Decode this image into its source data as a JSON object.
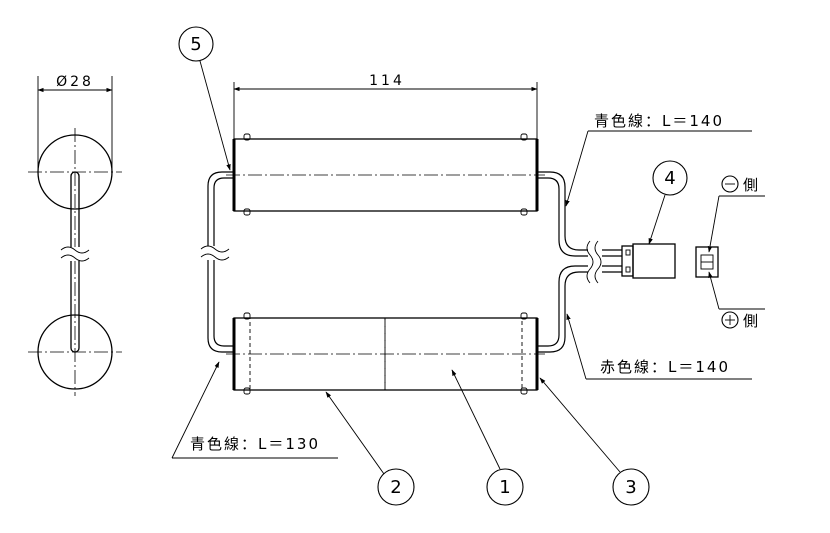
{
  "drawing": {
    "dimensions": {
      "diameter": "Ø28",
      "length": "114"
    },
    "wire_labels": {
      "top_right": "青色線：L＝140",
      "bottom_right": "赤色線：L＝140",
      "bottom_left": "青色線：L＝130"
    },
    "polarity": {
      "negative": "側",
      "positive": "側"
    },
    "balloons": [
      "1",
      "2",
      "3",
      "4",
      "5"
    ]
  }
}
